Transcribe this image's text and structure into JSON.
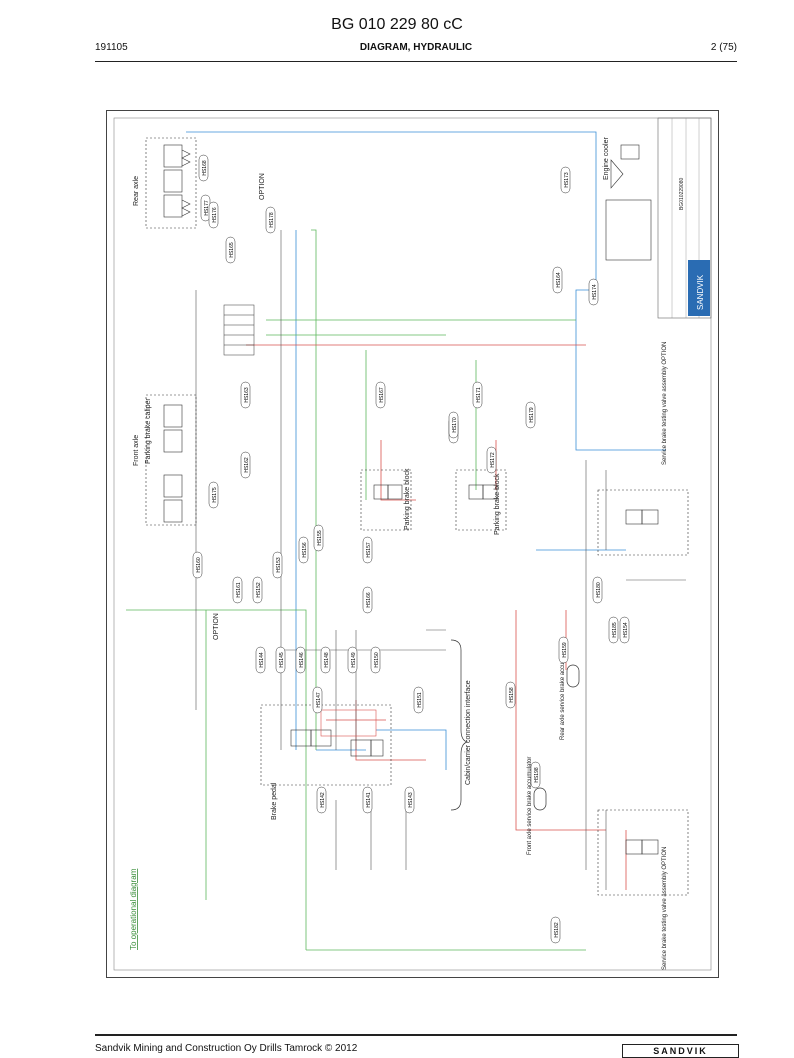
{
  "header": {
    "doc_title": "BG 010 229 80 cC",
    "doc_number": "191105",
    "section_title": "DIAGRAM, HYDRAULIC",
    "page": "2 (75)"
  },
  "footer": {
    "company": "Sandvik Mining and Construction Oy Drills Tamrock © 2012",
    "logo_text": "SANDVIK"
  },
  "diagram": {
    "labels": {
      "rear_axle": "Rear axle",
      "front_axle": "Front axle",
      "parking_brake_caliper": "Parking brake caliper",
      "parking_brake_block_1": "Parking brake block",
      "parking_brake_block_2": "Parking brake block",
      "brake_pedal": "Brake pedal",
      "cabin_interface": "Cabin/carrier connection interface",
      "rear_accumulator": "Rear axle service brake accumulator",
      "front_accumulator": "Front axle service brake accumulator",
      "engine_cooler": "Engine cooler",
      "testing_valve_1": "Service brake testing valve assembly OPTION",
      "testing_valve_2": "Service brake testing valve assembly OPTION",
      "option_1": "OPTION",
      "option_2": "OPTION",
      "to_operational_diagram": "To operational diagram",
      "title_block_logo": "SANDVIK",
      "title_block_drawing_no": "BG010229080"
    },
    "hose_tags": [
      "HS168",
      "HS177",
      "HS176",
      "HS165",
      "HS178",
      "HS173",
      "HS164",
      "HS174",
      "HS163",
      "HS162",
      "HS175",
      "HS167",
      "HS171",
      "HS169",
      "HS170",
      "HS172",
      "HS179",
      "HS160",
      "HS161",
      "HS152",
      "HS153",
      "HS156",
      "HS155",
      "HS157",
      "HS166",
      "HS144",
      "HS145",
      "HS146",
      "HS148",
      "HS149",
      "HS150",
      "HS147",
      "HS151",
      "HS158",
      "HS159",
      "HS154",
      "HS142",
      "HS141",
      "HS143",
      "HS198",
      "HS182",
      "HS180",
      "HS185"
    ]
  }
}
